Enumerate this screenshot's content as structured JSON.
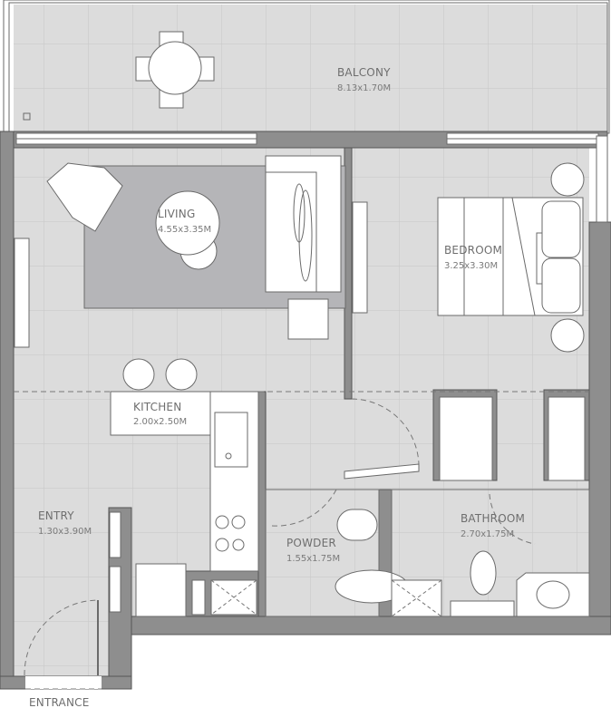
{
  "rooms": {
    "balcony": {
      "name": "BALCONY",
      "size": "8.13x1.70M"
    },
    "living": {
      "name": "LIVING",
      "size": "4.55x3.35M"
    },
    "bedroom": {
      "name": "BEDROOM",
      "size": "3.25x3.30M"
    },
    "kitchen": {
      "name": "KITCHEN",
      "size": "2.00x2.50M"
    },
    "entry": {
      "name": "ENTRY",
      "size": "1.30x3.90M"
    },
    "powder": {
      "name": "POWDER",
      "size": "1.55x1.75M"
    },
    "bathroom": {
      "name": "BATHROOM",
      "size": "2.70x1.75M"
    }
  },
  "entrance_label": "ENTRANCE",
  "colors": {
    "wall": "#8e8e8e",
    "floor": "#dcdcdc",
    "rug": "#b5b5b8",
    "furniture": "#ffffff"
  }
}
